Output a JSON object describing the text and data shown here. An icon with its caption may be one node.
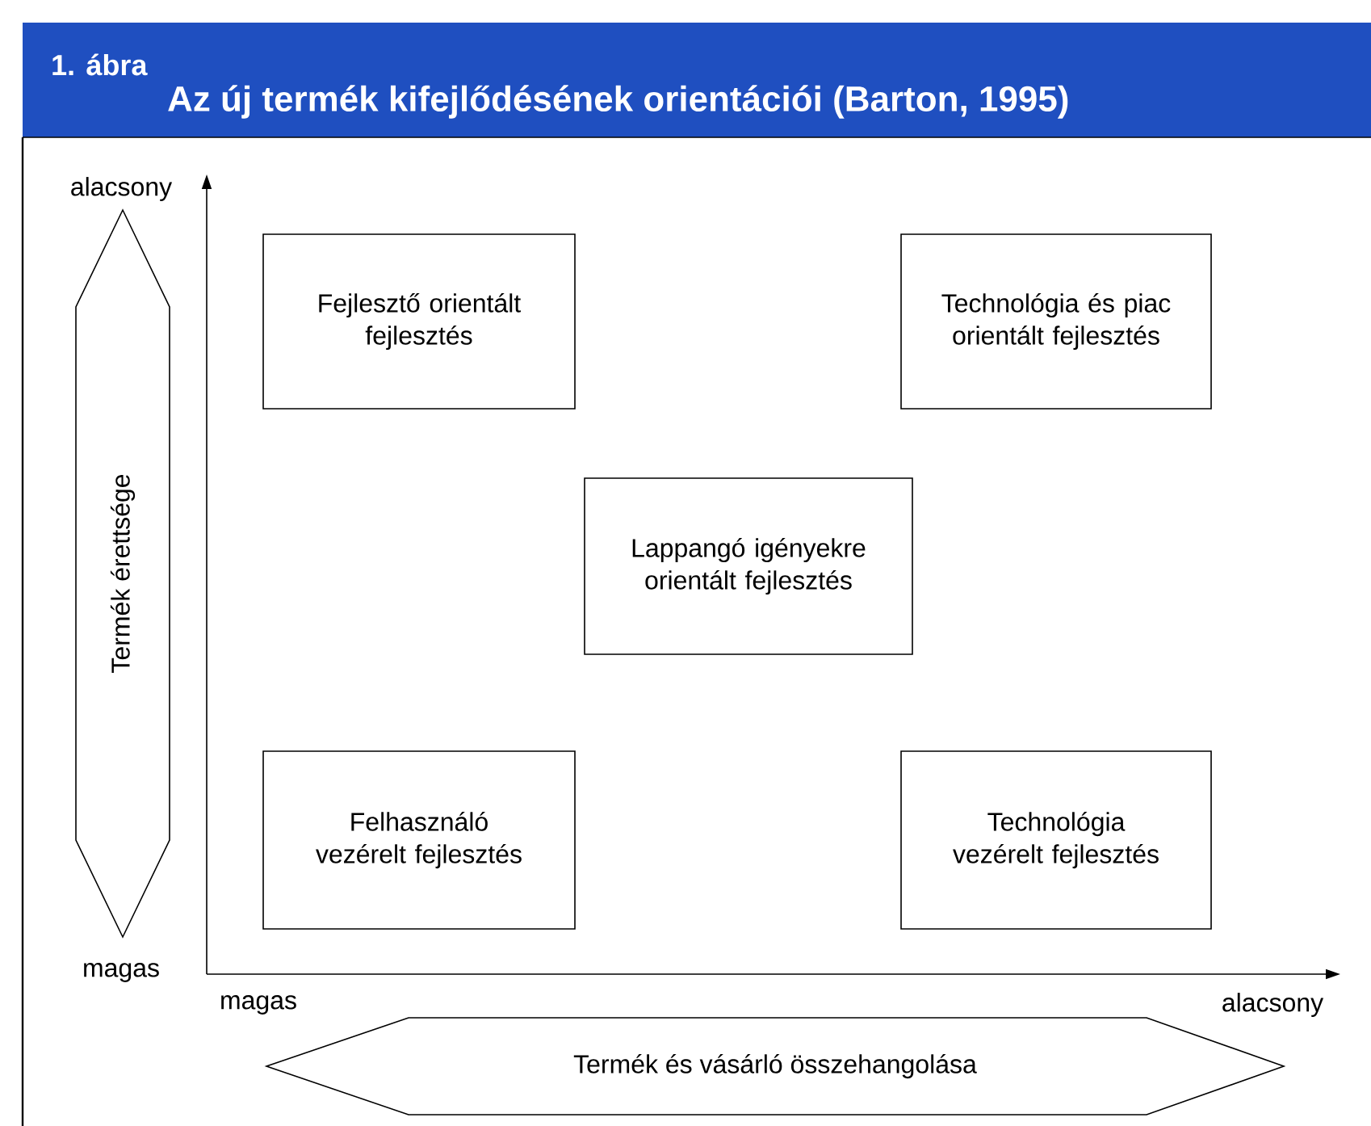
{
  "diagram": {
    "title": "Az új termék kifejlődésének orientációi (Barton, 1995)",
    "nodes": [
      {
        "text": [
          "Fejlesztő orientált fejlesztés"
        ]
      },
      {
        "text": [
          "Technológia és piac orientált fejlesztés"
        ]
      },
      {
        "text": [
          "Lappangó igényekre orientált fejlesztés"
        ]
      },
      {
        "text": [
          "Felhasználó vezérelt fejlesztés"
        ]
      },
      {
        "text": [
          "Technológia vezérelt fejlesztés"
        ]
      },
      {
        "text": [
          "Termék érettsége"
        ]
      },
      {
        "text": [
          "Termék és vásárló összehangolása"
        ]
      }
    ],
    "labels": [
      "1. ábra",
      "alacsony",
      "magas",
      "magas",
      "alacsony"
    ]
  }
}
